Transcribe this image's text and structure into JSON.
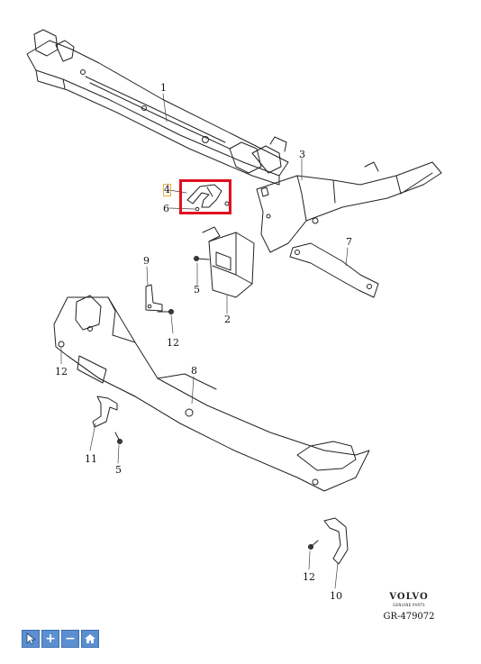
{
  "callouts": {
    "c1": "1",
    "c2": "2",
    "c3": "3",
    "c4": "4",
    "c5a": "5",
    "c5b": "5",
    "c6": "6",
    "c7": "7",
    "c8": "8",
    "c9": "9",
    "c10": "10",
    "c11": "11",
    "c12a": "12",
    "c12b": "12",
    "c12c": "12"
  },
  "brand": {
    "name": "VOLVO",
    "tagline": "GENUINE PARTS",
    "reference": "GR-479072"
  },
  "toolbar": {
    "buttons": [
      {
        "icon": "select-arrow-icon"
      },
      {
        "icon": "zoom-in-icon",
        "label": "+"
      },
      {
        "icon": "zoom-out-icon",
        "label": "−"
      },
      {
        "icon": "home-icon"
      }
    ]
  },
  "highlight_color": "#e01020",
  "accent_color": "#5b8fd0"
}
